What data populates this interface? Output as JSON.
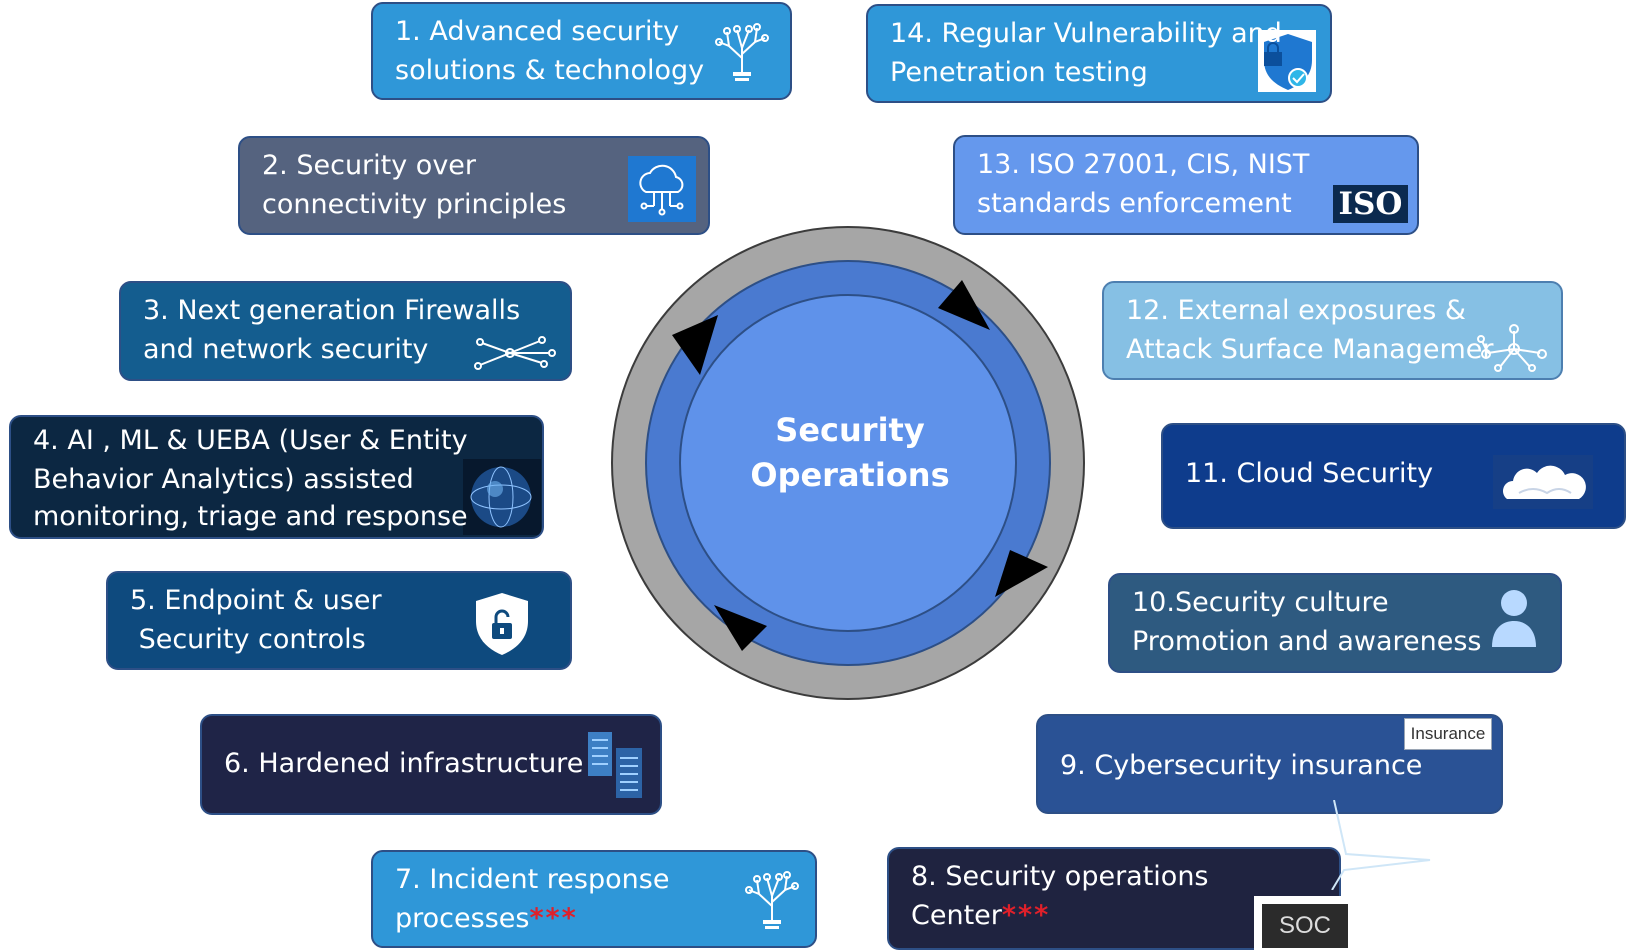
{
  "center": {
    "line1": "Security",
    "line2": "Operations"
  },
  "boxes": [
    {
      "id": 1,
      "line1": "1. Advanced security",
      "line2": "solutions & technology",
      "icon": "tree-circuit-icon",
      "color": "#2f97d8"
    },
    {
      "id": 2,
      "line1": "2. Security over",
      "line2": "connectivity principles",
      "icon": "cloud-network-icon",
      "color": "#55637f"
    },
    {
      "id": 3,
      "line1": "3. Next generation Firewalls",
      "line2": "and network security",
      "icon": "network-nodes-icon",
      "color": "#145d8f"
    },
    {
      "id": 4,
      "line1": "4. AI , ML & UEBA (User & Entity",
      "line2": "Behavior Analytics) assisted",
      "line3": "monitoring, triage and response",
      "icon": "globe-icon",
      "color": "#0c2742"
    },
    {
      "id": 5,
      "line1": "5. Endpoint & user",
      "line2": " Security controls",
      "icon": "shield-lock-icon",
      "color": "#0e4a7e"
    },
    {
      "id": 6,
      "line1": "6. Hardened infrastructure",
      "icon": "server-rack-icon",
      "color": "#1f2447"
    },
    {
      "id": 7,
      "line1": "7. Incident response",
      "line2": "processes",
      "stars": "***",
      "icon": "tree-circuit-icon",
      "color": "#2f97d8"
    },
    {
      "id": 8,
      "line1": "8. Security operations",
      "line2": "Center",
      "stars": "***",
      "icon": "soc-badge-icon",
      "badge": "SOC",
      "color": "#1f2340"
    },
    {
      "id": 9,
      "line1": "9. Cybersecurity insurance",
      "icon": "insurance-tag-icon",
      "badge": "Insurance",
      "color": "#2a5295"
    },
    {
      "id": 10,
      "line1": "10.Security culture",
      "line2": "Promotion and awareness",
      "icon": "user-icon",
      "color": "#2e5a80"
    },
    {
      "id": 11,
      "line1": "11. Cloud Security",
      "icon": "cloud-icon",
      "color": "#0e3c8c"
    },
    {
      "id": 12,
      "line1": "12. External exposures &",
      "line2": "Attack Surface Managemer",
      "icon": "network-nodes-icon",
      "color": "#86c0e4"
    },
    {
      "id": 13,
      "line1": "13. ISO 27001, CIS, NIST",
      "line2": "standards enforcement",
      "icon": "iso-logo-icon",
      "badge": "ISO",
      "color": "#6598ed"
    },
    {
      "id": 14,
      "line1": "14. Regular Vulnerability and",
      "line2": "Penetration testing",
      "icon": "shield-check-icon",
      "color": "#2f97d8"
    }
  ]
}
